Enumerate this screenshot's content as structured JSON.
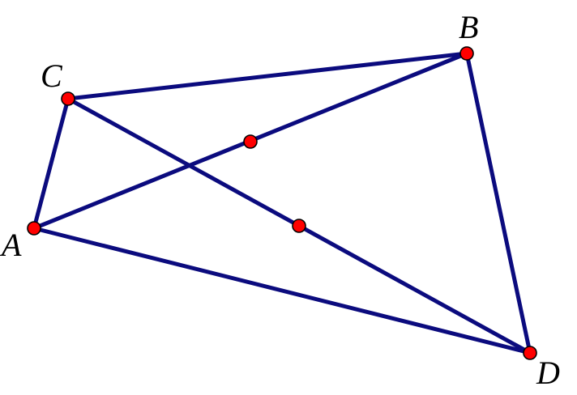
{
  "colors": {
    "segment": "#0b0b7e",
    "point": "#ff0000",
    "label": "#000000"
  },
  "labels": {
    "A": "A",
    "B": "B",
    "C": "C",
    "D": "D"
  }
}
